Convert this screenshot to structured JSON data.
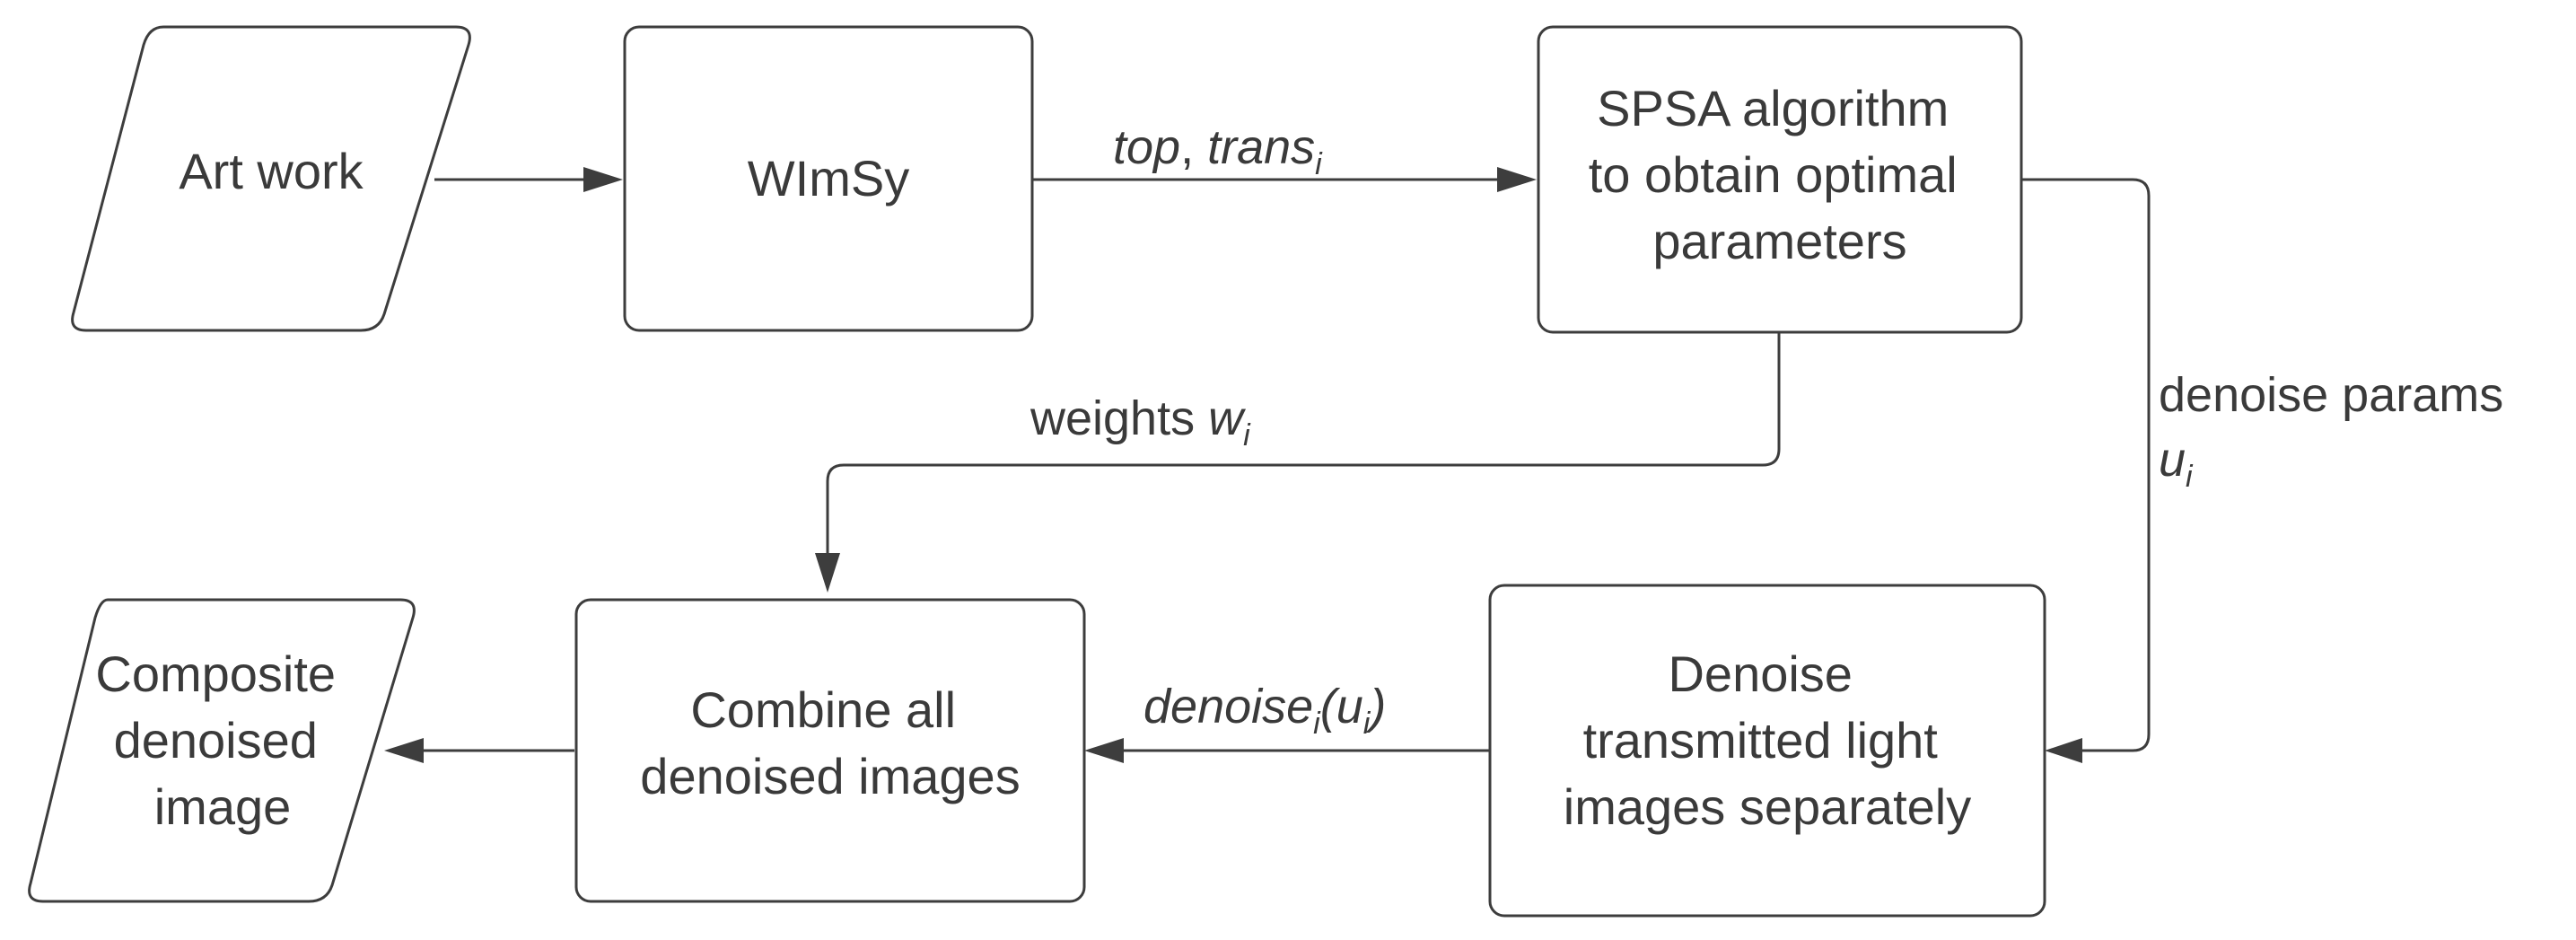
{
  "nodes": {
    "art_work": {
      "lines": [
        "Art work"
      ]
    },
    "wimsy": {
      "lines": [
        "WImSy"
      ]
    },
    "spsa": {
      "lines": [
        "SPSA algorithm",
        "to obtain optimal",
        "parameters"
      ]
    },
    "combine": {
      "lines": [
        "Combine all",
        "denoised images"
      ]
    },
    "denoise": {
      "lines": [
        "Denoise",
        "transmitted light",
        "images separately"
      ]
    },
    "composite": {
      "lines": [
        "Composite",
        "denoised",
        "image"
      ]
    }
  },
  "edges": {
    "top_trans": {
      "part1": "top",
      "part2": ", ",
      "part3": "trans",
      "sub": "i"
    },
    "weights": {
      "main": "weights ",
      "var": "w",
      "sub": "i"
    },
    "denoise_params": {
      "line1": "denoise params",
      "var": "u",
      "sub": "i"
    },
    "denoise_fn": {
      "fn": "denoise",
      "sub": "i",
      "open": "(",
      "var": "u",
      "sub2": "i",
      "close": ")"
    }
  }
}
